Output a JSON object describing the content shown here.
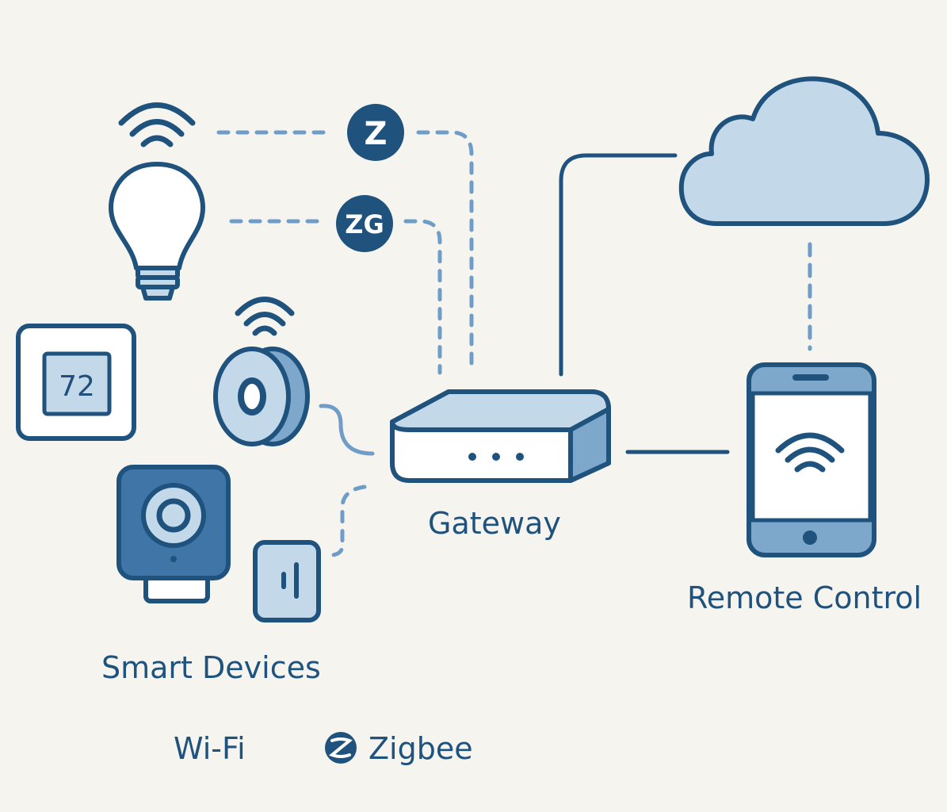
{
  "colors": {
    "background": "#f5f4ef",
    "stroke": "#1f527d",
    "fill_light": "#c3d9ea",
    "fill_mid": "#7ea7cc",
    "dashed": "#6f9dc7"
  },
  "labels": {
    "gateway": "Gateway",
    "remote_control": "Remote Control",
    "smart_devices": "Smart Devices"
  },
  "badges": {
    "zwave": "Z",
    "zigbee": "ZG"
  },
  "thermostat": {
    "temperature": "72"
  },
  "legend": {
    "wifi": "Wi-Fi",
    "zigbee": "Zigbee",
    "zigbee_icon": "zigbee-logo-icon"
  },
  "icons": [
    "wifi-icon",
    "light-bulb-icon",
    "thermostat-icon",
    "smart-button-icon",
    "camera-icon",
    "sensor-icon",
    "gateway-icon",
    "cloud-icon",
    "smartphone-icon"
  ]
}
